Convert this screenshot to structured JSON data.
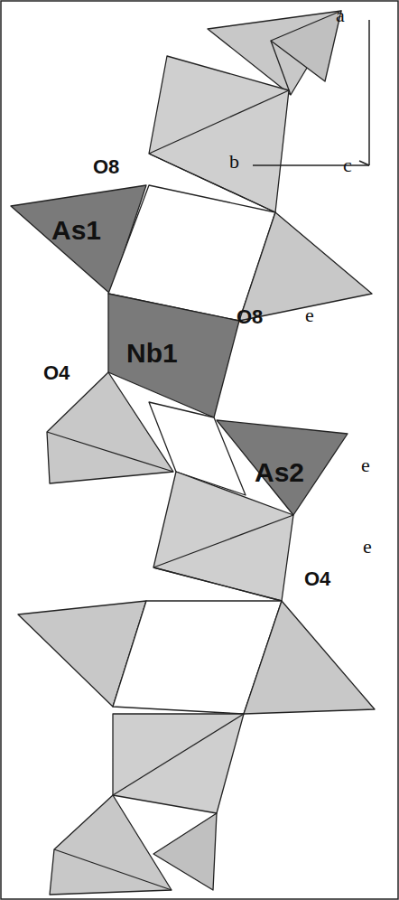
{
  "diagram": {
    "labels": [
      "a",
      "b",
      "c",
      "O8",
      "As1",
      "O8",
      "e",
      "O4",
      "Nb1",
      "As2",
      "e",
      "e",
      "O4"
    ]
  }
}
